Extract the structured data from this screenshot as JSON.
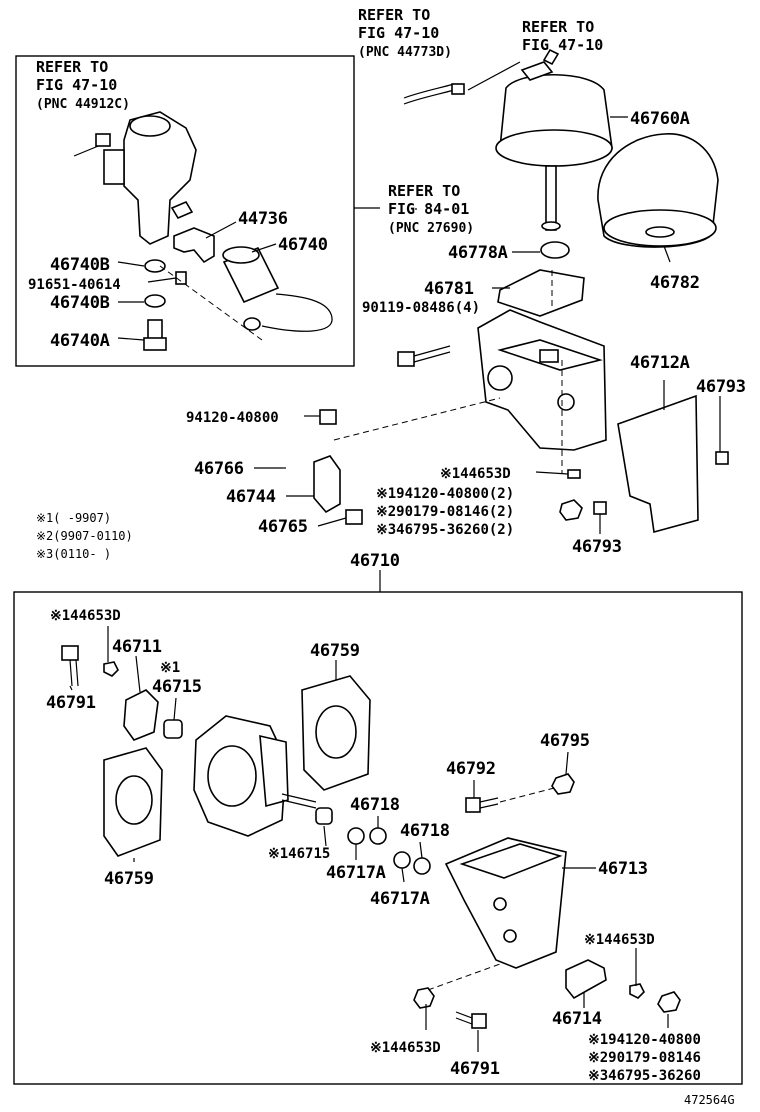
{
  "refs": {
    "top_left_1": "REFER TO",
    "top_left_2": "FIG 47-10",
    "top_left_3": "(PNC 44773D)",
    "top_right_1": "REFER TO",
    "top_right_2": "FIG 47-10",
    "box_1": "REFER TO",
    "box_2": "FIG 47-10",
    "box_3": "(PNC 44912C)",
    "mid_1": "REFER TO",
    "mid_2": "FIG 84-01",
    "mid_3": "(PNC 27690)"
  },
  "labels": {
    "p46760A": "46760A",
    "p46782": "46782",
    "p46778A": "46778A",
    "p46781": "46781",
    "p90119": "90119-08486(4)",
    "p44736": "44736",
    "p46740": "46740",
    "p46740B_1": "46740B",
    "p91651": "91651-40614",
    "p46740B_2": "46740B",
    "p46740A": "46740A",
    "p46712A": "46712A",
    "p46793_1": "46793",
    "p94120_top": "94120-40800",
    "p46766": "46766",
    "p46744": "46744",
    "p46765": "46765",
    "p44653D_top": "※144653D",
    "p94120_2": "※194120-40800(2)",
    "p90179_2": "※290179-08146(2)",
    "p46795_2": "※346795-36260(2)",
    "p46793_2": "46793",
    "p46710": "46710",
    "p44653D_b1": "※144653D",
    "p46711": "46711",
    "p46715_mark": "※1",
    "p46715_1": "46715",
    "p46791_1": "46791",
    "p46759_1": "46759",
    "p46759_2": "46759",
    "p46795": "46795",
    "p46792": "46792",
    "p46718_1": "46718",
    "p46718_2": "46718",
    "p46715_2": "※146715",
    "p46717A_1": "46717A",
    "p46717A_2": "46717A",
    "p46713": "46713",
    "p44653D_b2": "※144653D",
    "p46714": "46714",
    "p44653D_b3": "※144653D",
    "p46791_2": "46791",
    "p94120_b": "※194120-40800",
    "p90179_b": "※290179-08146",
    "p46795_b": "※346795-36260"
  },
  "notes": {
    "n1": "※1(   -9907)",
    "n2": "※2(9907-0110)",
    "n3": "※3(0110-    )"
  },
  "figure_id": "472564G"
}
